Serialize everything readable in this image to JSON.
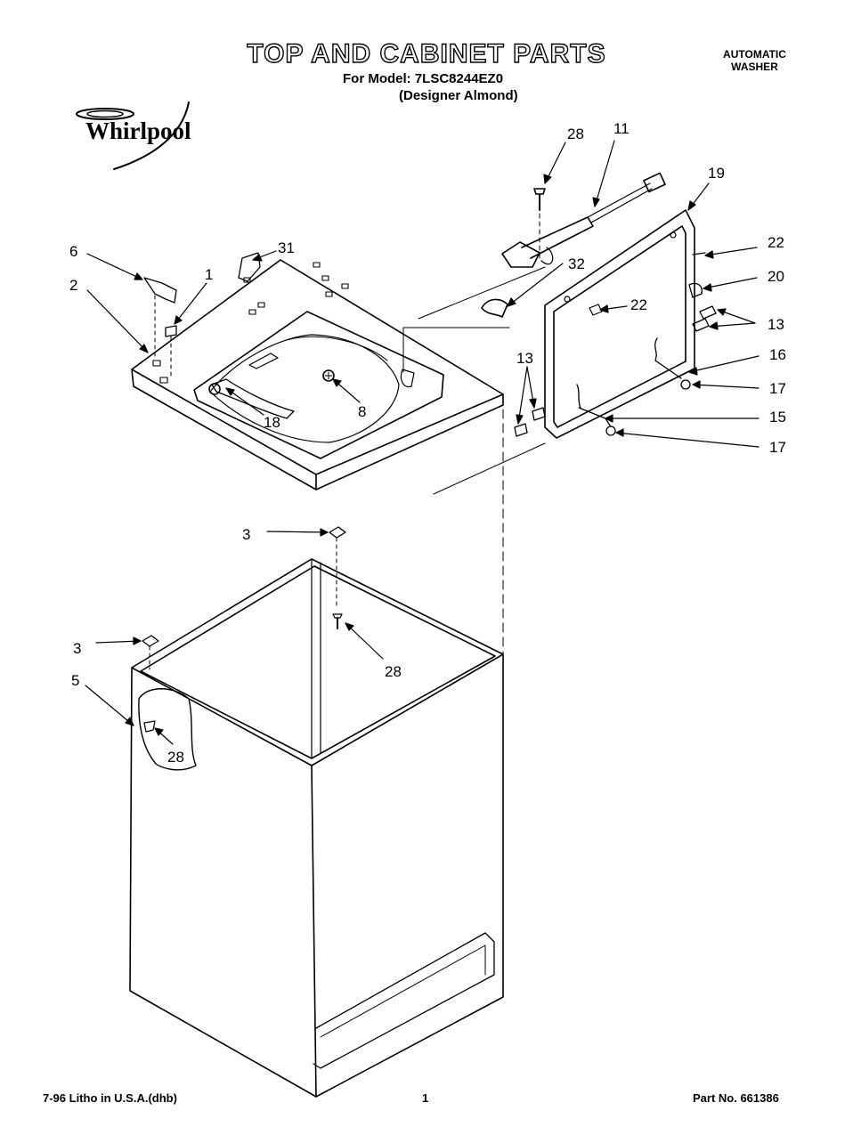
{
  "header": {
    "title": "TOP AND CABINET PARTS",
    "model_line": "For Model: 7LSC8244EZ0",
    "color_line": "(Designer Almond)",
    "product_type_line1": "AUTOMATIC",
    "product_type_line2": "WASHER",
    "brand": "Whirlpool"
  },
  "callouts": {
    "c28_top": "28",
    "c11": "11",
    "c19": "19",
    "c22_right": "22",
    "c20": "20",
    "c13_right": "13",
    "c22_inner": "22",
    "c32": "32",
    "c31": "31",
    "c6": "6",
    "c1": "1",
    "c2": "2",
    "c8": "8",
    "c18": "18",
    "c16": "16",
    "c17_upper": "17",
    "c15": "15",
    "c17_lower": "17",
    "c13_left": "13",
    "c3_upper": "3",
    "c28_mid": "28",
    "c3_lower": "3",
    "c5": "5",
    "c28_lower": "28"
  },
  "footer": {
    "print_info": "7-96 Litho in U.S.A.(dhb)",
    "page_number": "1",
    "part_number": "Part No. 661386"
  }
}
